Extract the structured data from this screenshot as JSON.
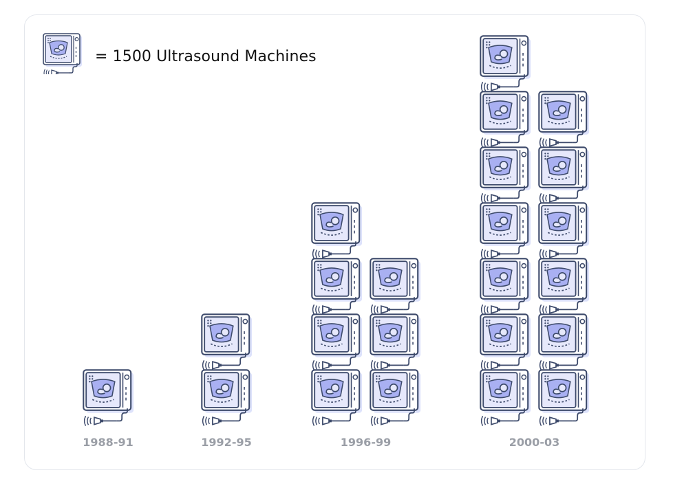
{
  "legend": {
    "text": "= 1500 Ultrasound Machines",
    "icon": "ultrasound-machine-icon"
  },
  "chart_data": {
    "type": "pictograph",
    "unit_value": 1500,
    "unit_label": "Ultrasound Machines",
    "categories": [
      "1988-91",
      "1992-95",
      "1996-99",
      "2000-03"
    ],
    "icon_counts": [
      1,
      2,
      7,
      13
    ],
    "values": [
      1500,
      3000,
      10500,
      19500
    ]
  },
  "colors": {
    "outline": "#3d4a6b",
    "screen_fill": "#e6e8fb",
    "fan_fill": "#a9b0f2",
    "shadow": "#dde2fb",
    "label": "#9a9ea6",
    "card_border": "#e3e6ec"
  }
}
